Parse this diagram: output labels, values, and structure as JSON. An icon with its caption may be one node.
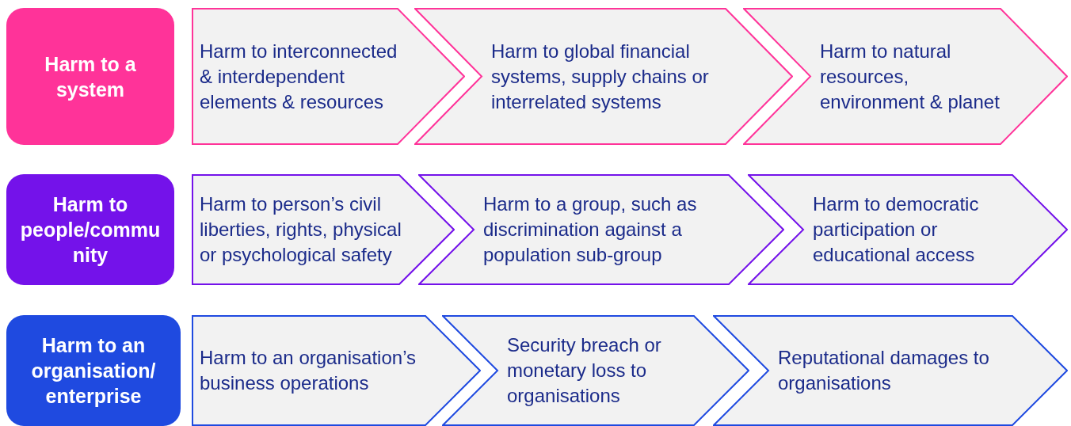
{
  "diagram": {
    "nodes": [
      {
        "text": [
          "Harm to a system"
        ]
      },
      {
        "text": [
          "Harm to interconnected & interdependent elements & resources"
        ]
      },
      {
        "text": [
          "Harm to global financial systems, supply chains or interrelated systems"
        ]
      },
      {
        "text": [
          "Harm to natural resources, environment & planet"
        ]
      },
      {
        "text": [
          "Harm to people/community"
        ]
      },
      {
        "text": [
          "Harm to person’s civil liberties, rights, physical or psychological safety"
        ]
      },
      {
        "text": [
          "Harm to a group, such as discrimination against a population sub-group"
        ]
      },
      {
        "text": [
          "Harm to democratic participation or educational access"
        ]
      },
      {
        "text": [
          "Harm to an organisation/ enterprise"
        ]
      },
      {
        "text": [
          "Harm to an organisation’s business operations"
        ]
      },
      {
        "text": [
          "Security breach or monetary loss to organisations"
        ]
      },
      {
        "text": [
          "Reputational damages to organisations"
        ]
      }
    ]
  }
}
